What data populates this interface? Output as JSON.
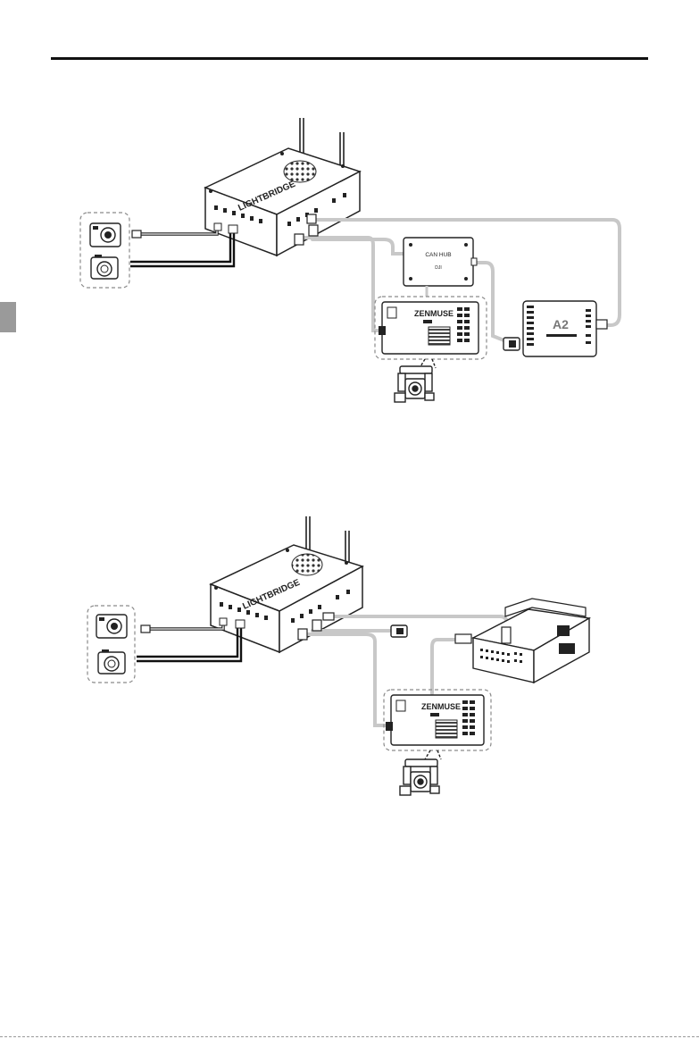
{
  "colors": {
    "ink": "#222222",
    "cable_gray": "#c8c8c8",
    "cable_dark": "#111111",
    "dashed_group": "#8a8a8a",
    "side_tab": "#9a9a9a"
  },
  "diagram1": {
    "lightbridge_label": "LIGHTBRIDGE",
    "canhub_label": "CAN HUB",
    "canhub_sub": "DJI",
    "zenmuse_label": "ZENMUSE",
    "a2_label": "A2"
  },
  "diagram2": {
    "lightbridge_label": "LIGHTBRIDGE",
    "zenmuse_label": "ZENMUSE"
  },
  "icons": {
    "action_camera": "action-camera-icon",
    "compact_camera": "compact-camera-icon",
    "gimbal": "gimbal-icon",
    "connector": "connector-icon"
  }
}
